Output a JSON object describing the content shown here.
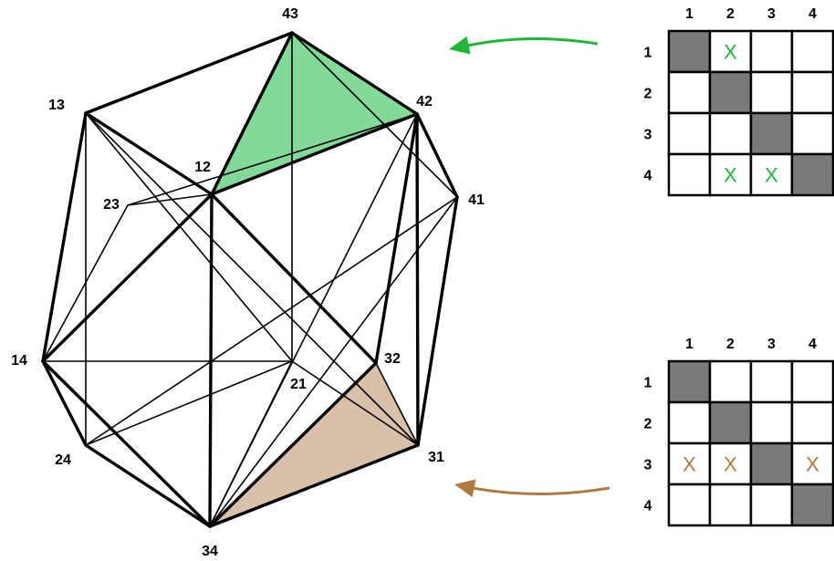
{
  "polytope": {
    "vertices": [
      {
        "id": "43",
        "label": "43"
      },
      {
        "id": "13",
        "label": "13"
      },
      {
        "id": "42",
        "label": "42"
      },
      {
        "id": "12",
        "label": "12"
      },
      {
        "id": "23",
        "label": "23"
      },
      {
        "id": "41",
        "label": "41"
      },
      {
        "id": "14",
        "label": "14"
      },
      {
        "id": "21",
        "label": "21"
      },
      {
        "id": "32",
        "label": "32"
      },
      {
        "id": "24",
        "label": "24"
      },
      {
        "id": "31",
        "label": "31"
      },
      {
        "id": "34",
        "label": "34"
      }
    ],
    "highlighted_faces": [
      {
        "name": "green-face",
        "vertices": [
          "43",
          "12",
          "42"
        ],
        "color": "#83d998"
      },
      {
        "name": "tan-face",
        "vertices": [
          "32",
          "34",
          "31"
        ],
        "color": "#d9c0aa"
      }
    ],
    "edge_color": "#000000"
  },
  "grids": [
    {
      "name": "top-grid",
      "col_headers": [
        "1",
        "2",
        "3",
        "4"
      ],
      "row_headers": [
        "1",
        "2",
        "3",
        "4"
      ],
      "cells": [
        [
          "filled",
          "X",
          "",
          ""
        ],
        [
          "",
          "filled",
          "",
          ""
        ],
        [
          "",
          "",
          "filled",
          ""
        ],
        [
          "",
          "X",
          "X",
          "filled"
        ]
      ],
      "mark_color": "#22b53a",
      "fill_color": "#7a7a7a",
      "arrow_color": "#22b53a"
    },
    {
      "name": "bottom-grid",
      "col_headers": [
        "1",
        "2",
        "3",
        "4"
      ],
      "row_headers": [
        "1",
        "2",
        "3",
        "4"
      ],
      "cells": [
        [
          "filled",
          "",
          "",
          ""
        ],
        [
          "",
          "filled",
          "",
          ""
        ],
        [
          "X",
          "X",
          "filled",
          "X"
        ],
        [
          "",
          "",
          "",
          "filled"
        ]
      ],
      "mark_color": "#b07a40",
      "fill_color": "#7a7a7a",
      "arrow_color": "#b07a40"
    }
  ]
}
